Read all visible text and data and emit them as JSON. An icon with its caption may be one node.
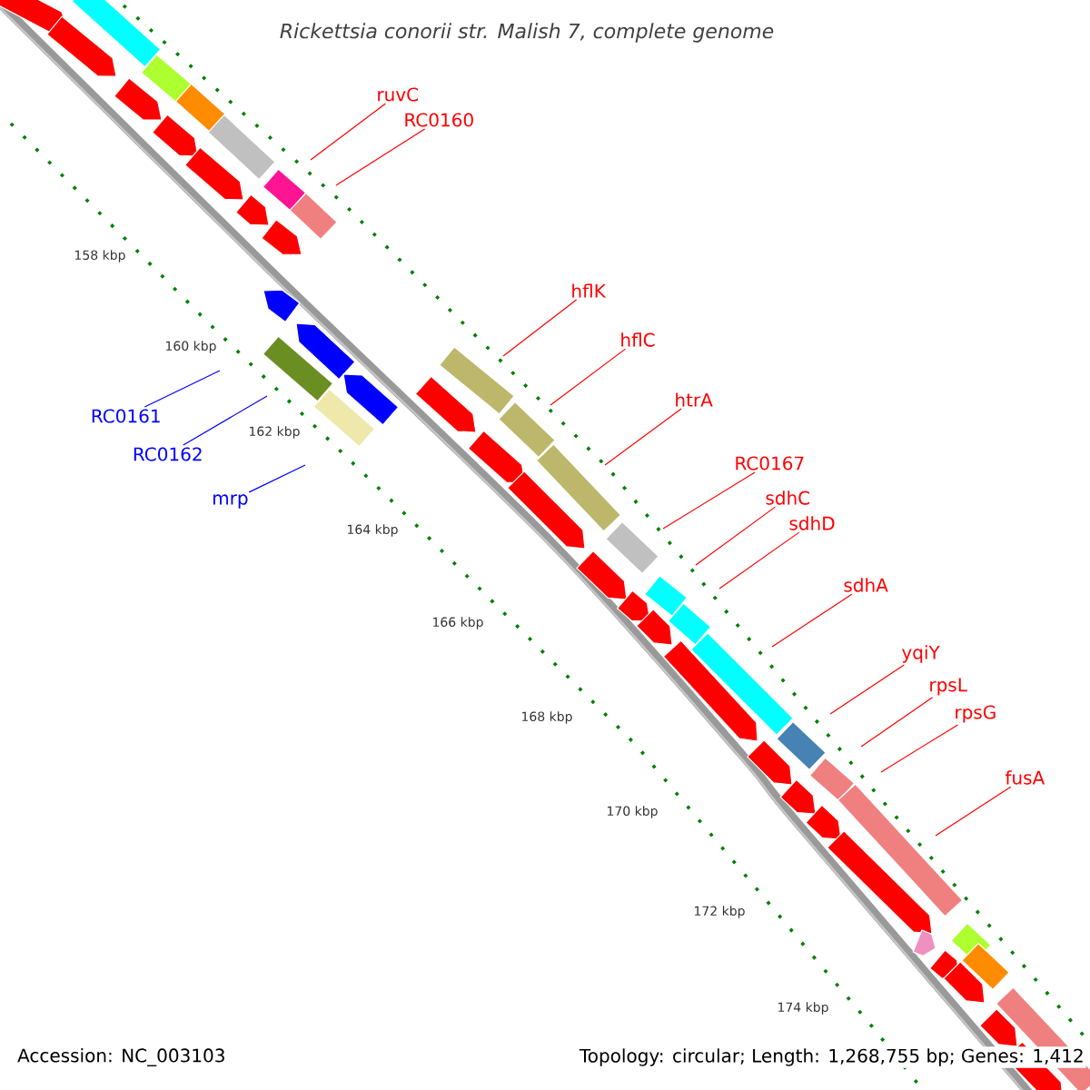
{
  "diagram": {
    "title": "Rickettsia conorii str. Malish 7, complete genome",
    "nodes": [
      {
        "text": [
          "ruvC"
        ]
      },
      {
        "text": [
          "RC0160"
        ]
      },
      {
        "text": [
          "RC0161"
        ]
      },
      {
        "text": [
          "RC0162"
        ]
      },
      {
        "text": [
          "mrp"
        ]
      },
      {
        "text": [
          "hflK"
        ]
      },
      {
        "text": [
          "hflC"
        ]
      },
      {
        "text": [
          "htrA"
        ]
      },
      {
        "text": [
          "RC0167"
        ]
      },
      {
        "text": [
          "sdhC"
        ]
      },
      {
        "text": [
          "sdhD"
        ]
      },
      {
        "text": [
          "sdhA"
        ]
      },
      {
        "text": [
          "yqiY"
        ]
      },
      {
        "text": [
          "rpsL"
        ]
      },
      {
        "text": [
          "rpsG"
        ]
      },
      {
        "text": [
          "fusA"
        ]
      }
    ],
    "edges": [
      {
        "from": 0,
        "to": null,
        "arrow": "none"
      },
      {
        "from": 1,
        "to": null,
        "arrow": "none"
      },
      {
        "from": 2,
        "to": null,
        "arrow": "none",
        "color": "#0000ff"
      },
      {
        "from": 3,
        "to": null,
        "arrow": "none",
        "color": "#0000ff"
      },
      {
        "from": 4,
        "to": null,
        "arrow": "none",
        "color": "#0000ff"
      },
      {
        "from": 5,
        "to": null,
        "arrow": "none"
      },
      {
        "from": 6,
        "to": null,
        "arrow": "none"
      },
      {
        "from": 7,
        "to": null,
        "arrow": "none"
      },
      {
        "from": 8,
        "to": null,
        "arrow": "none"
      },
      {
        "from": 9,
        "to": null,
        "arrow": "none"
      },
      {
        "from": 10,
        "to": null,
        "arrow": "none"
      },
      {
        "from": 11,
        "to": null,
        "arrow": "none"
      },
      {
        "from": 12,
        "to": null,
        "arrow": "none"
      },
      {
        "from": 13,
        "to": null,
        "arrow": "none"
      },
      {
        "from": 14,
        "to": null,
        "arrow": "none"
      },
      {
        "from": 15,
        "to": null,
        "arrow": "none"
      }
    ],
    "labels": [
      "158 kbp",
      "160 kbp",
      "162 kbp",
      "164 kbp",
      "166 kbp",
      "168 kbp",
      "170 kbp",
      "172 kbp",
      "174 kbp",
      "Accession: NC_003103",
      "Topology: circular; Length: 1,268,755 bp; Genes: 1,412"
    ]
  }
}
